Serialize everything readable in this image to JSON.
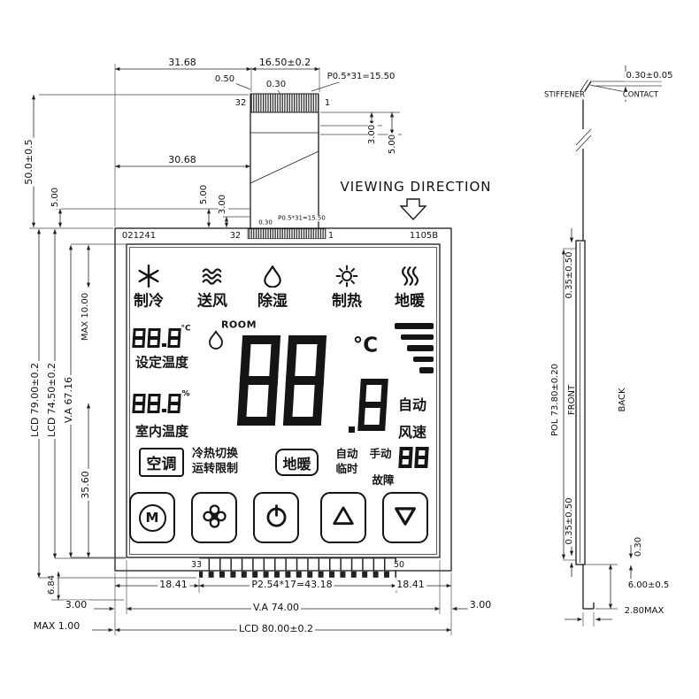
{
  "colors": {
    "ink": "#1a1a1a",
    "paper": "#ffffff"
  },
  "annotations": {
    "viewing_direction": "VIEWING  DIRECTION",
    "top": {
      "dim_31_68": "31.68",
      "dim_16_50": "16.50±0.2",
      "dim_0_50": "0.50",
      "dim_0_30": "0.30",
      "dim_pitch": "P0.5*31=15.50",
      "pin_left": "32",
      "pin_right": "1",
      "dim_30_68": "30.68",
      "dim_3_00_right": "3.00",
      "dim_5_00_right": "5.00",
      "dim_5_00_inner": "5.00",
      "dim_3_00_inner": "3.00",
      "dim_50_0": "50.0±0.5",
      "dim_5_00_outer": "5.00"
    },
    "left": {
      "lcd_height_outer": "LCD 79.00±0.2",
      "lcd_height_inner": "LCD 74.50±0.2",
      "va_height": "V.A 67.16",
      "dim_max_10": "MAX 10.00",
      "dim_35_60": "35.60",
      "dim_6_84": "6.84"
    },
    "bottom": {
      "pin_left": "33",
      "pin_right": "50",
      "dim_18_41_left": "18.41",
      "dim_pitch": "P2.54*17=43.18",
      "dim_18_41_right": "18.41",
      "va_width": "V.A 74.00",
      "dim_3_00_left": "3.00",
      "dim_3_00_right": "3.00",
      "lcd_width": "LCD 80.00±0.2",
      "dim_max_1": "MAX  1.00"
    },
    "side": {
      "dim_0_30_top": "0.30±0.05",
      "stiffener": "STIFFENER",
      "contact": "CONTACT",
      "dim_0_35_top": "0.35±0.50",
      "pol": "POL 73.80±0.20",
      "front": "FRONT",
      "back": "BACK",
      "dim_0_35_bottom": "0.35±0.50",
      "dim_0_30_bottom": "0.30",
      "dim_6_00": "6.00±0.5",
      "dim_2_80": "2.80MAX"
    }
  },
  "lcd": {
    "serial_left": "021241",
    "serial_right": "1105B",
    "pin_top_left": "32",
    "pin_top_right": "1",
    "tiny_dim_0_30": "0.30",
    "tiny_dim_pitch": "P0.5*31=15.50",
    "modes": [
      {
        "icon": "snowflake-icon",
        "label": "制冷"
      },
      {
        "icon": "fan-waves-icon",
        "label": "送风"
      },
      {
        "icon": "droplet-icon",
        "label": "除湿"
      },
      {
        "icon": "sun-icon",
        "label": "制热"
      },
      {
        "icon": "floor-heating-icon",
        "label": "地暖"
      }
    ],
    "set_temp": {
      "value": "88.8",
      "unit": "°C",
      "label": "设定温度"
    },
    "room": "ROOM",
    "main": {
      "value": "88",
      "unit": "°C",
      "sub_value": "8"
    },
    "indoor": {
      "value": "88.8",
      "unit": "%",
      "label": "室内温度"
    },
    "right": {
      "auto": "自动",
      "fan_speed": "风速"
    },
    "status": {
      "ac": "空调",
      "switch_line1": "冷热切换",
      "switch_line2": "运转限制",
      "floor_heating": "地暖",
      "auto": "自动",
      "temporary": "临时",
      "manual": "手动",
      "value": "88",
      "fault": "故障"
    },
    "buttons": [
      {
        "icon": "m-circle-icon",
        "label": "M"
      },
      {
        "icon": "fan-flower-icon",
        "label": ""
      },
      {
        "icon": "power-icon",
        "label": ""
      },
      {
        "icon": "triangle-up-icon",
        "label": ""
      },
      {
        "icon": "triangle-down-icon",
        "label": ""
      }
    ]
  }
}
